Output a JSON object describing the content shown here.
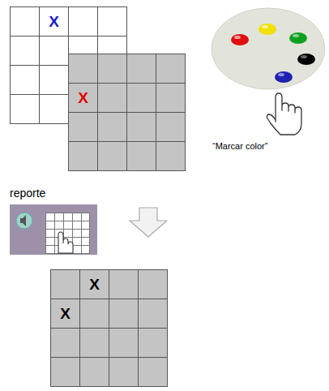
{
  "diagram": {
    "nodes": [
      {
        "text": [
          "X"
        ]
      },
      {
        "text": [
          "X"
        ]
      },
      {
        "text": [
          "X"
        ]
      },
      {
        "text": [
          "X"
        ]
      }
    ],
    "labels": [
      "“Marcar color”",
      "reporte"
    ]
  }
}
